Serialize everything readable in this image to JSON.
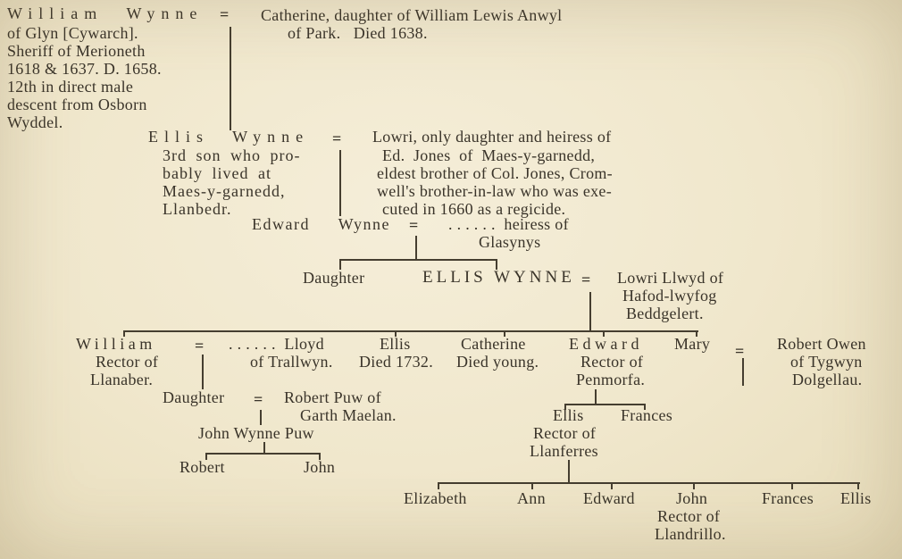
{
  "colors": {
    "paper": "#f0e7cc",
    "ink": "#3a342a"
  },
  "marriage_symbol": "=",
  "couple_1": {
    "husband_name": "William Wynne",
    "husband_details": "of Glyn [Cywarch].\nSheriff of Merioneth\n1618 & 1637. D. 1658.\n12th in direct male\ndescent from Osborn\nWyddel.",
    "wife_line1": "Catherine, daughter of William Lewis Anwyl",
    "wife_line2": "of Park.   Died 1638."
  },
  "couple_2": {
    "husband_name": "Ellis Wynne",
    "husband_details": "3rd son who pro-\nbably lived at\nMaes-y-garnedd,\nLlanbedr.",
    "wife_line1": "Lowri, only daughter and heiress of",
    "wife_line2": "Ed.  Jones  of  Maes-y-garnedd,",
    "wife_line3": "eldest brother of Col. Jones, Crom-",
    "wife_line4": "well's brother-in-law who was exe-",
    "wife_line5": "cuted in 1660 as a regicide."
  },
  "couple_3": {
    "husband_name": "Edward Wynne",
    "wife_line1": ". . . . . .  heiress of",
    "wife_line2": "Glasynys"
  },
  "couple_3_children": {
    "daughter": "Daughter",
    "son_name": "ELLIS WYNNE"
  },
  "couple_4": {
    "wife_line1": "Lowri Llwyd of",
    "wife_line2": "Hafod-lwyfog",
    "wife_line3": "Beddgelert."
  },
  "couple_4_children": {
    "william": {
      "name": "William",
      "detail1": "Rector of",
      "detail2": "Llanaber."
    },
    "william_wife": {
      "line1": ". . . . . .  Lloyd",
      "line2": "of Trallwyn."
    },
    "ellis": {
      "name": "Ellis",
      "detail1": "Died 1732."
    },
    "catherine": {
      "name": "Catherine",
      "detail1": "Died young."
    },
    "edward": {
      "name": "Edward",
      "detail1": "Rector of",
      "detail2": "Penmorfa."
    },
    "mary": {
      "name": "Mary"
    },
    "mary_husband": {
      "line1": "Robert Owen",
      "line2": "of Tygwyn",
      "line3": "Dolgellau."
    }
  },
  "william_branch": {
    "daughter": "Daughter",
    "daughter_husband_line1": "Robert Puw of",
    "daughter_husband_line2": "Garth Maelan.",
    "grandson": "John Wynne Puw",
    "great_grandsons": {
      "robert": "Robert",
      "john": "John"
    }
  },
  "edward_branch": {
    "ellis": {
      "name": "Ellis",
      "detail1": "Rector of",
      "detail2": "Llanferres"
    },
    "frances": "Frances",
    "children": {
      "elizabeth": "Elizabeth",
      "ann": "Ann",
      "edward": "Edward",
      "john": {
        "name": "John",
        "detail1": "Rector of",
        "detail2": "Llandrillo."
      },
      "frances": "Frances",
      "ellis": "Ellis"
    }
  }
}
